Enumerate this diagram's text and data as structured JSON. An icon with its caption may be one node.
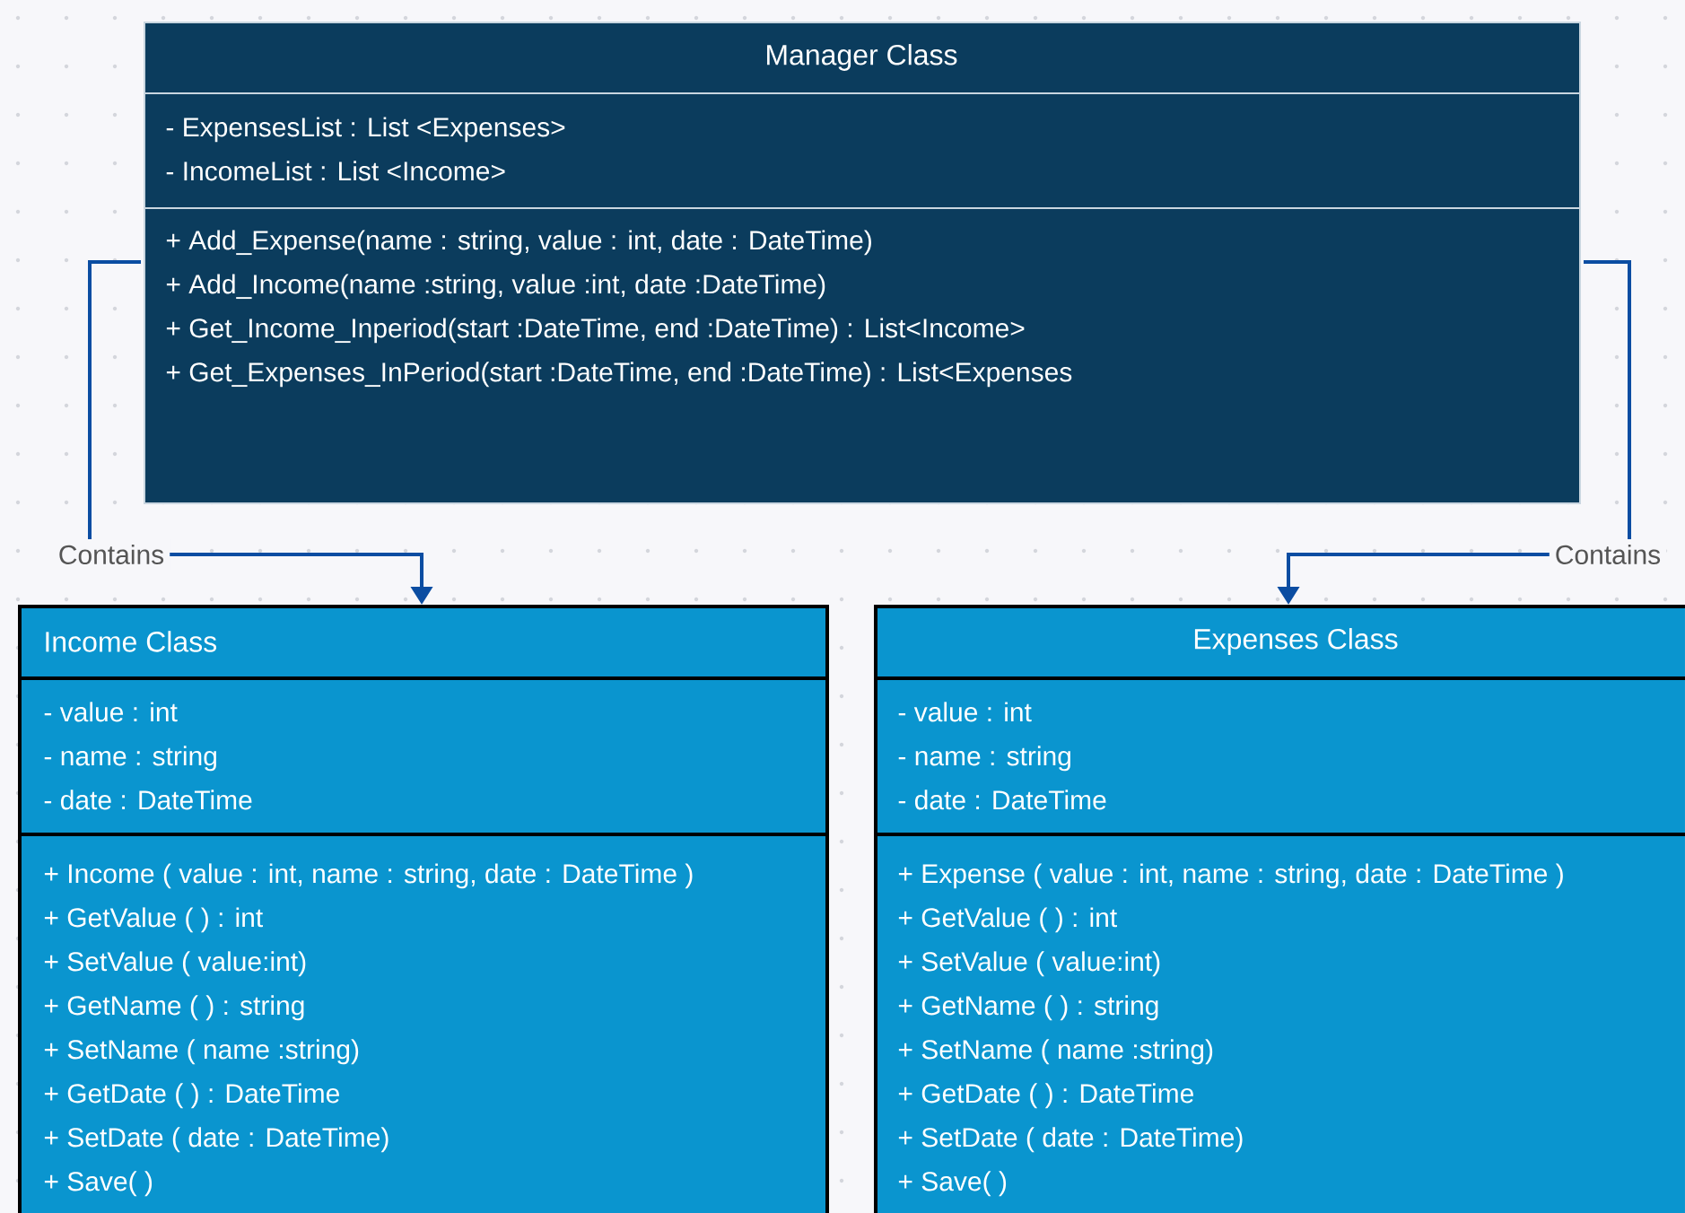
{
  "diagram": {
    "nodes": [
      {
        "text": [
          "Manager Class"
        ]
      },
      {
        "text": [
          "- ExpensesList : List <Expenses>",
          "- IncomeList : List <Income>"
        ],
        "in": 0
      },
      {
        "text": [
          "+ Add_Expense(name : string, value : int, date : DateTime)",
          "+ Add_Income(name :string, value :int, date :DateTime)",
          "+ Get_Income_Inperiod(start :DateTime,  end :DateTime)  : List<Income>",
          "+ Get_Expenses_InPeriod(start :DateTime,  end :DateTime)  : List<Expenses"
        ],
        "in": 0
      },
      {
        "text": [
          "Income Class"
        ]
      },
      {
        "text": [
          "- value : int",
          "- name : string",
          "- date : DateTime"
        ],
        "in": 3
      },
      {
        "text": [
          "+ Income ( value : int, name : string, date : DateTime )",
          "+ GetValue ( ) : int",
          "+ SetValue ( value:int)",
          "+ GetName ( ) : string",
          "+ SetName ( name :string)",
          "+ GetDate ( ) : DateTime",
          "+ SetDate ( date : DateTime)",
          "+ Save( )"
        ],
        "in": 3
      },
      {
        "text": [
          "Expenses Class"
        ]
      },
      {
        "text": [
          "- value : int",
          "- name : string",
          "- date : DateTime"
        ],
        "in": 6
      },
      {
        "text": [
          "+ Expense ( value : int, name : string, date : DateTime )",
          "+ GetValue ( ) : int",
          "+ SetValue ( value:int)",
          "+ GetName ( ) : string",
          "+ SetName ( name :string)",
          "+ GetDate ( ) : DateTime",
          "+ SetDate ( date : DateTime)",
          "+ Save( )"
        ],
        "in": 6
      }
    ],
    "edges": [
      {
        "from": 0,
        "to": 3,
        "arrow": "to",
        "label": "Contains"
      },
      {
        "from": 0,
        "to": 6,
        "arrow": "to",
        "label": "Contains"
      }
    ]
  }
}
